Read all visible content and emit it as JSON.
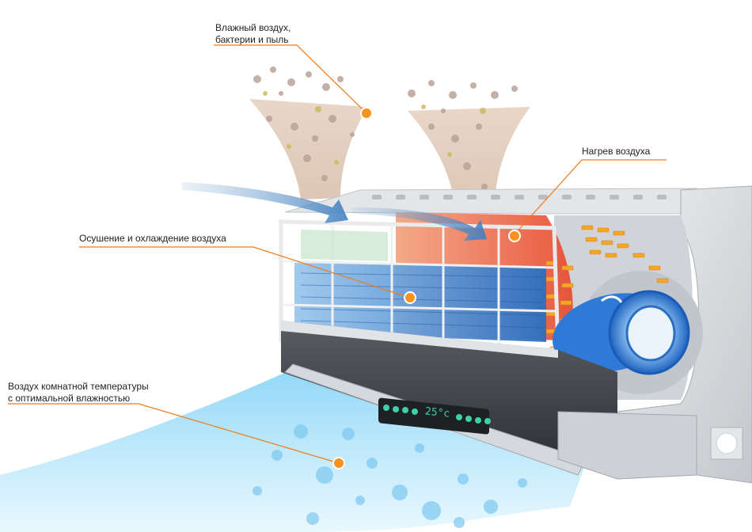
{
  "labels": {
    "humid_air_line1": "Влажный воздух,",
    "humid_air_line2": "бактерии и пыль",
    "air_heating": "Нагрев воздуха",
    "dehumidify_cool": "Осушение и охлаждение воздуха",
    "room_air_line1": "Воздух комнатной температуры",
    "room_air_line2": "с оптимальной влажностью"
  },
  "display": {
    "temperature": "25°c"
  },
  "colors": {
    "leader": "#f07a1a",
    "marker": "#f7931e",
    "cool_blue": "#2b7fd4",
    "heat_red": "#e8553a",
    "casing": "#d9dcdf",
    "panel_dark": "#3a3d42",
    "display_green": "#3fd0a8"
  }
}
